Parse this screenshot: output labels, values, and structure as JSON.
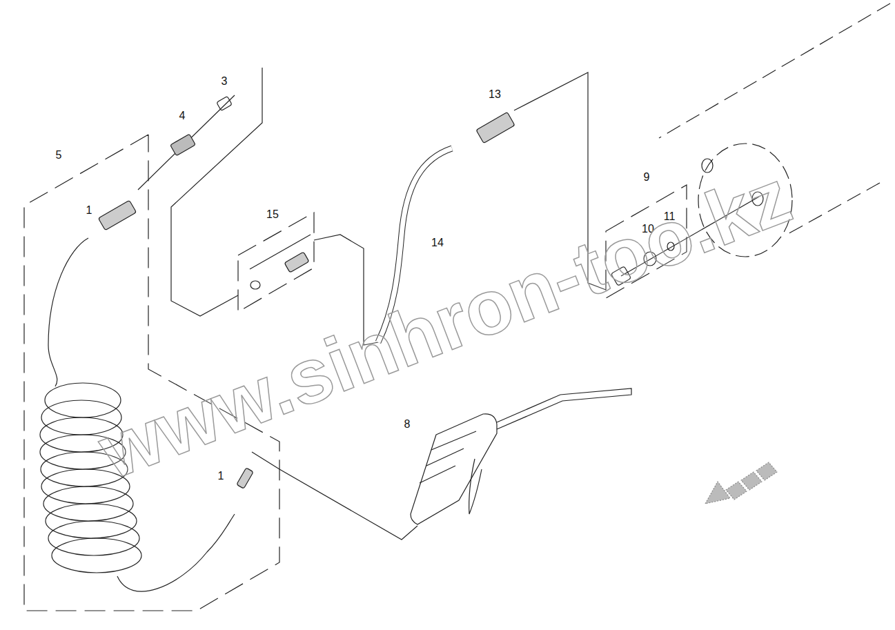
{
  "diagram": {
    "labels": [
      "3",
      "4",
      "5",
      "1",
      "15",
      "13",
      "14",
      "9",
      "10",
      "11",
      "8",
      "1",
      "www.sinhron-too.kz"
    ]
  }
}
